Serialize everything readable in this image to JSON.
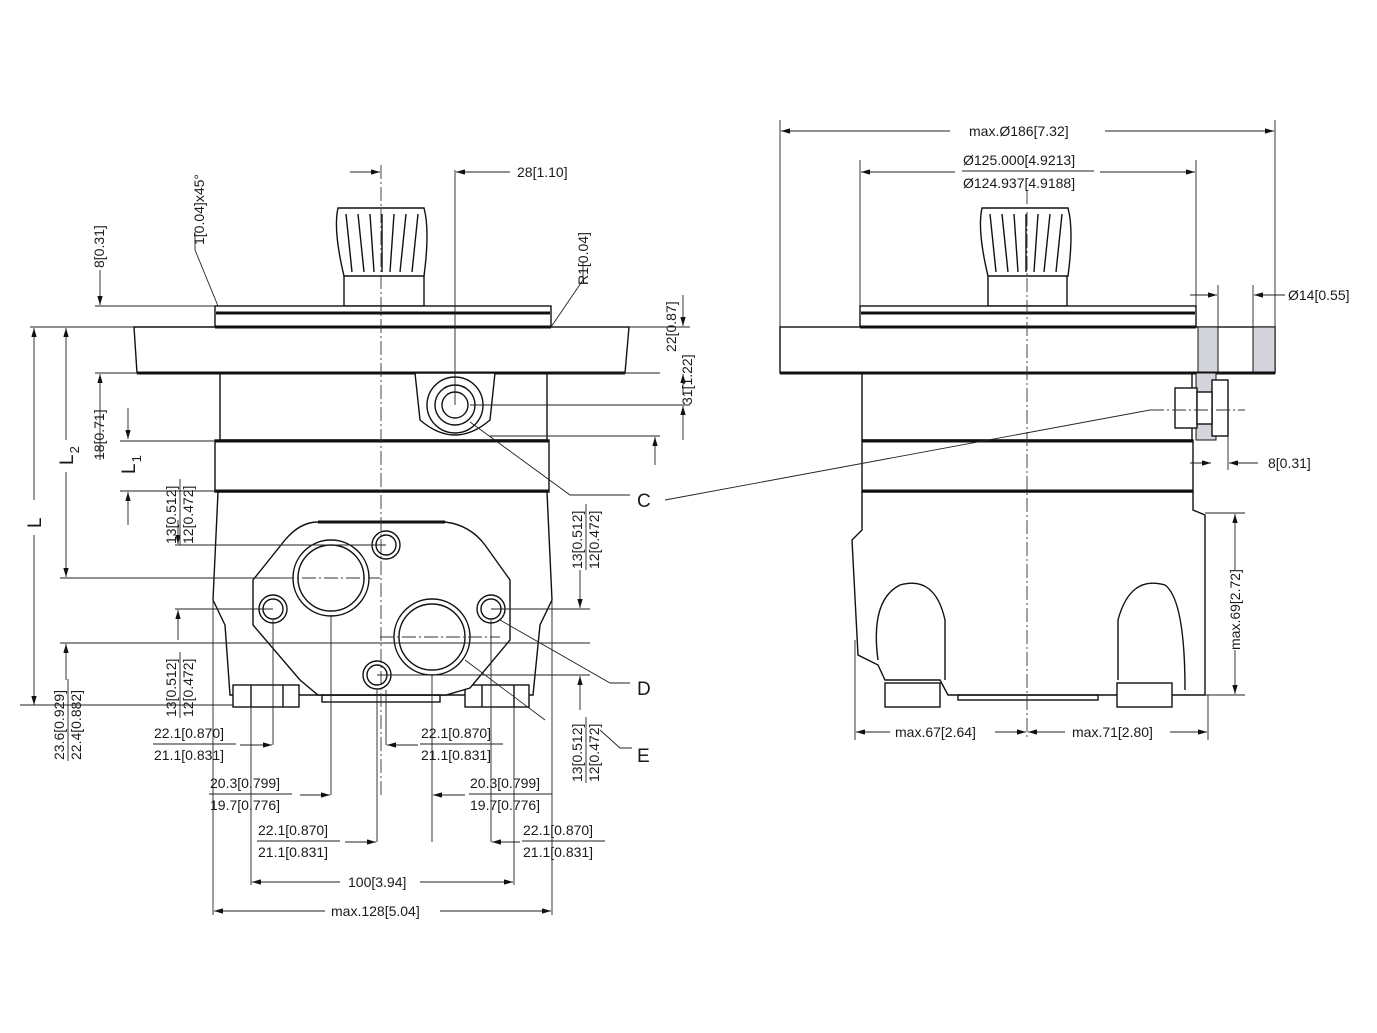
{
  "left_view": {
    "chamfer": "1[0.04]x45°",
    "flange_top_offset": "8[0.31]",
    "port_offset": "28[1.10]",
    "radius": "R1[0.04]",
    "flange_thickness": "22[0.87]",
    "port_height": "31[1.22]",
    "body_offset": "18[0.71]",
    "L": "L",
    "L1": "L",
    "L1_sub": "1",
    "L2": "L",
    "L2_sub": "2",
    "tol_upper": "13[0.512]",
    "tol_lower": "12[0.472]",
    "port_depth_upper": "23.6[0.929]",
    "port_depth_lower": "22.4[0.882]",
    "d221_upper": "22.1[0.870]",
    "d221_lower": "21.1[0.831]",
    "d203_upper": "20.3[0.799]",
    "d203_lower": "19.7[0.776]",
    "hole_spacing": "100[3.94]",
    "max_width": "max.128[5.04]",
    "callout_c": "C",
    "callout_d": "D",
    "callout_e": "E"
  },
  "right_view": {
    "max_diameter": "max.Ø186[7.32]",
    "pilot_upper": "Ø125.000[4.9213]",
    "pilot_lower": "Ø124.937[4.9188]",
    "bolt_hole": "Ø14[0.55]",
    "drain_offset": "8[0.31]",
    "max_height": "max.69[2.72]",
    "max_left": "max.67[2.64]",
    "max_right": "max.71[2.80]"
  }
}
